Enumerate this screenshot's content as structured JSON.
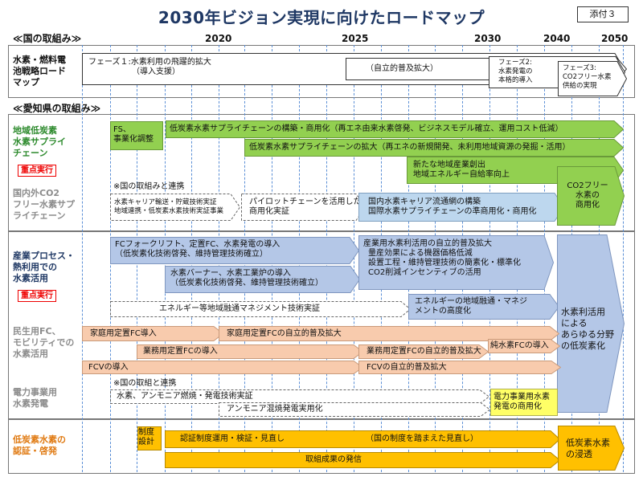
{
  "title": "2030年ビジョン実現に向けたロードマップ",
  "badge": "添付３",
  "sections": {
    "national": "≪国の取組み≫",
    "aichi": "≪愛知県の取組み≫"
  },
  "years": [
    "2020",
    "2025",
    "2030",
    "2040",
    "2050"
  ],
  "national": {
    "label": [
      "水素・燃料電",
      "池戦略ロード",
      "マップ"
    ],
    "phase1": [
      "フェーズ１:水素利用の飛躍的拡大",
      "（導入支援）"
    ],
    "phase1b": "（自立的普及拡大）",
    "phase2": [
      "フェーズ2:",
      "水素発電の",
      "本格的導入"
    ],
    "phase3": [
      "フェーズ3:",
      "CO2フリー水素",
      "供給の実現"
    ]
  },
  "cat1": {
    "label": [
      "地域低炭素",
      "水素サプライ",
      "チェーン"
    ],
    "tag": "重点実行",
    "fs": [
      "FS、",
      "事業化調整"
    ],
    "bar1": "低炭素水素サプライチェーンの構築・商用化（再エネ由来水素啓発、ビジネスモデル確立、運用コスト低減）",
    "bar2": "低炭素水素サプライチェーンの拡大（再エネの新規開発、未利用地域資源の発掘・活用）",
    "bar3": [
      "新たな地域産業創出",
      "地域エネルギー自給率向上"
    ]
  },
  "cat2": {
    "label": [
      "国内外CO2",
      "フリー水素サプ",
      "ライチェーン"
    ],
    "note": "※国の取組みと連携",
    "d1": [
      "水素キャリア輸送・貯蔵技術実証",
      "地域連携・低炭素水素技術実証事業"
    ],
    "d2": [
      "パイロットチェーンを活用した",
      "商用化実証"
    ],
    "d3": [
      "国内水素キャリア流通網の構築",
      "国際水素サプライチェーンの準商用化・商用化"
    ],
    "d4": [
      "CO2フリー",
      "水素の",
      "商用化"
    ]
  },
  "cat3": {
    "label": [
      "産業プロセス・",
      "熱利用での",
      "水素活用"
    ],
    "tag": "重点実行",
    "b1": [
      "FCフォークリフト、定置FC、水素発電の導入",
      "（低炭素化技術啓発、維持管理技術確立）"
    ],
    "b2": [
      "水素バーナー、水素工業炉の導入",
      "（低炭素化技術啓発、維持管理技術確立）"
    ],
    "b3": [
      "産業用水素利活用の自立的普及拡大",
      "量産効果による機器価格低減",
      "設置工程・維持管理技術の簡素化・標準化",
      "CO2削減インセンティブの活用"
    ],
    "e1": "エネルギー等地域融通マネジメント技術実証",
    "e2": [
      "エネルギーの地域融通・マネジ",
      "メントの高度化"
    ]
  },
  "big": [
    "水素利活用",
    "による",
    "あらゆる分野",
    "の低炭素化"
  ],
  "cat4": {
    "label": [
      "民生用FC、",
      "モビリティでの",
      "水素活用"
    ],
    "r1a": "家庭用定置FC導入",
    "r1b": "家庭用定置FCの自立的普及拡大",
    "pure": "純水素FCの導入",
    "r2a": "業務用定置FCの導入",
    "r2b": "業務用定置FCの自立的普及拡大",
    "r3a": "FCVの導入",
    "r3b": "FCVの自立的普及拡大"
  },
  "cat5": {
    "label": [
      "電力事業用",
      "水素発電"
    ],
    "note": "※国の取組と連携",
    "b1": "水素、アンモニア燃焼・発電技術実証",
    "b2": "アンモニア混焼発電実用化",
    "b3": [
      "電力事業用水素",
      "発電の商用化"
    ]
  },
  "cat6": {
    "label": [
      "低炭素水素の",
      "認証・啓発"
    ],
    "c1": [
      "制度",
      "設計"
    ],
    "c2": "認証制度運用・検証・見直し",
    "c3": "（国の制度を踏まえた見直し）",
    "c4": "取組成果の発信",
    "c5": [
      "低炭素水素",
      "の浸透"
    ]
  },
  "colors": {
    "green": "#92d050",
    "blue": "#b4c7e7",
    "salmon": "#f8cbad",
    "orange": "#ffc000",
    "yellow": "#ffff66",
    "lightblue": "#bdd7ee"
  }
}
